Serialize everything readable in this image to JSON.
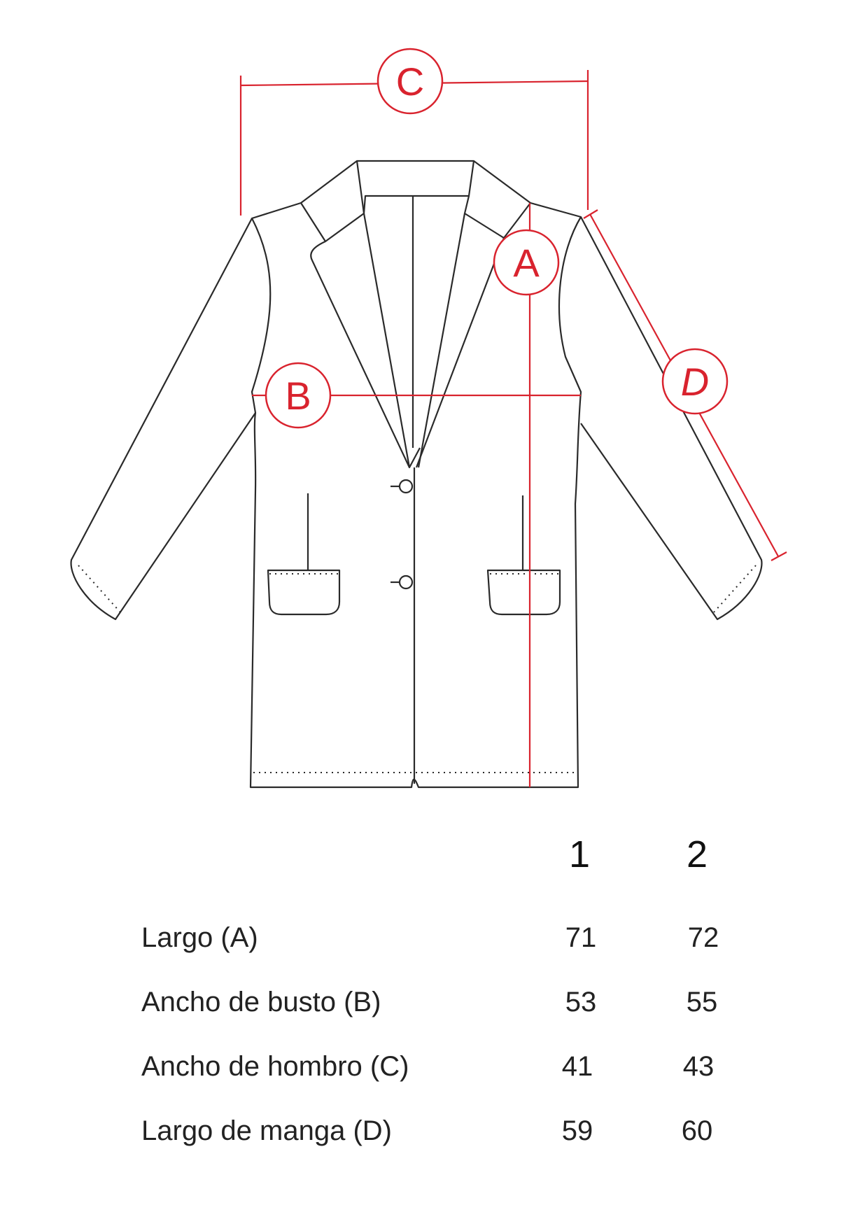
{
  "markers": {
    "a": "A",
    "b": "B",
    "c": "C",
    "d": "D"
  },
  "colors": {
    "measure_red": "#d9232e",
    "outline": "#2a2a2a"
  },
  "size_table": {
    "sizes": [
      "1",
      "2"
    ],
    "rows": [
      {
        "label": "Largo (A)",
        "values": [
          "71",
          "72"
        ]
      },
      {
        "label": "Ancho de busto (B)",
        "values": [
          "53",
          "55"
        ]
      },
      {
        "label": "Ancho de hombro (C)",
        "values": [
          "41",
          "43"
        ]
      },
      {
        "label": "Largo de manga (D)",
        "values": [
          "59",
          "60"
        ]
      }
    ]
  }
}
